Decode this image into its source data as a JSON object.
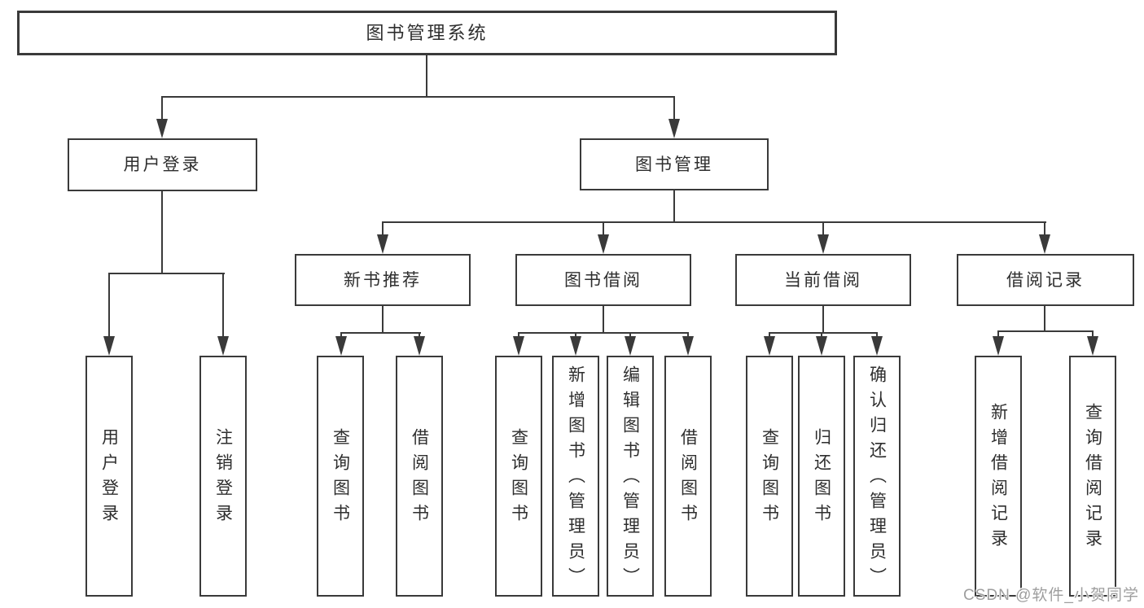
{
  "tree": {
    "root": {
      "label": "图书管理系统",
      "children": [
        {
          "label": "用户登录",
          "children": [
            {
              "label": "用户登录"
            },
            {
              "label": "注销登录"
            }
          ]
        },
        {
          "label": "图书管理",
          "children": [
            {
              "label": "新书推荐",
              "children": [
                {
                  "label": "查询图书"
                },
                {
                  "label": "借阅图书"
                }
              ]
            },
            {
              "label": "图书借阅",
              "children": [
                {
                  "label": "查询图书"
                },
                {
                  "label": "新增图书（管理员）"
                },
                {
                  "label": "编辑图书（管理员）"
                },
                {
                  "label": "借阅图书"
                }
              ]
            },
            {
              "label": "当前借阅",
              "children": [
                {
                  "label": "查询图书"
                },
                {
                  "label": "归还图书"
                },
                {
                  "label": "确认归还（管理员）"
                }
              ]
            },
            {
              "label": "借阅记录",
              "children": [
                {
                  "label": "新增借阅记录"
                },
                {
                  "label": "查询借阅记录"
                }
              ]
            }
          ]
        }
      ]
    }
  },
  "watermark": {
    "text": "CSDN @软件_小贺同学"
  },
  "colors": {
    "line": "#3a3a3a",
    "text": "#2e2e2e",
    "background": "#ffffff",
    "watermark": "#9e9e9e"
  }
}
